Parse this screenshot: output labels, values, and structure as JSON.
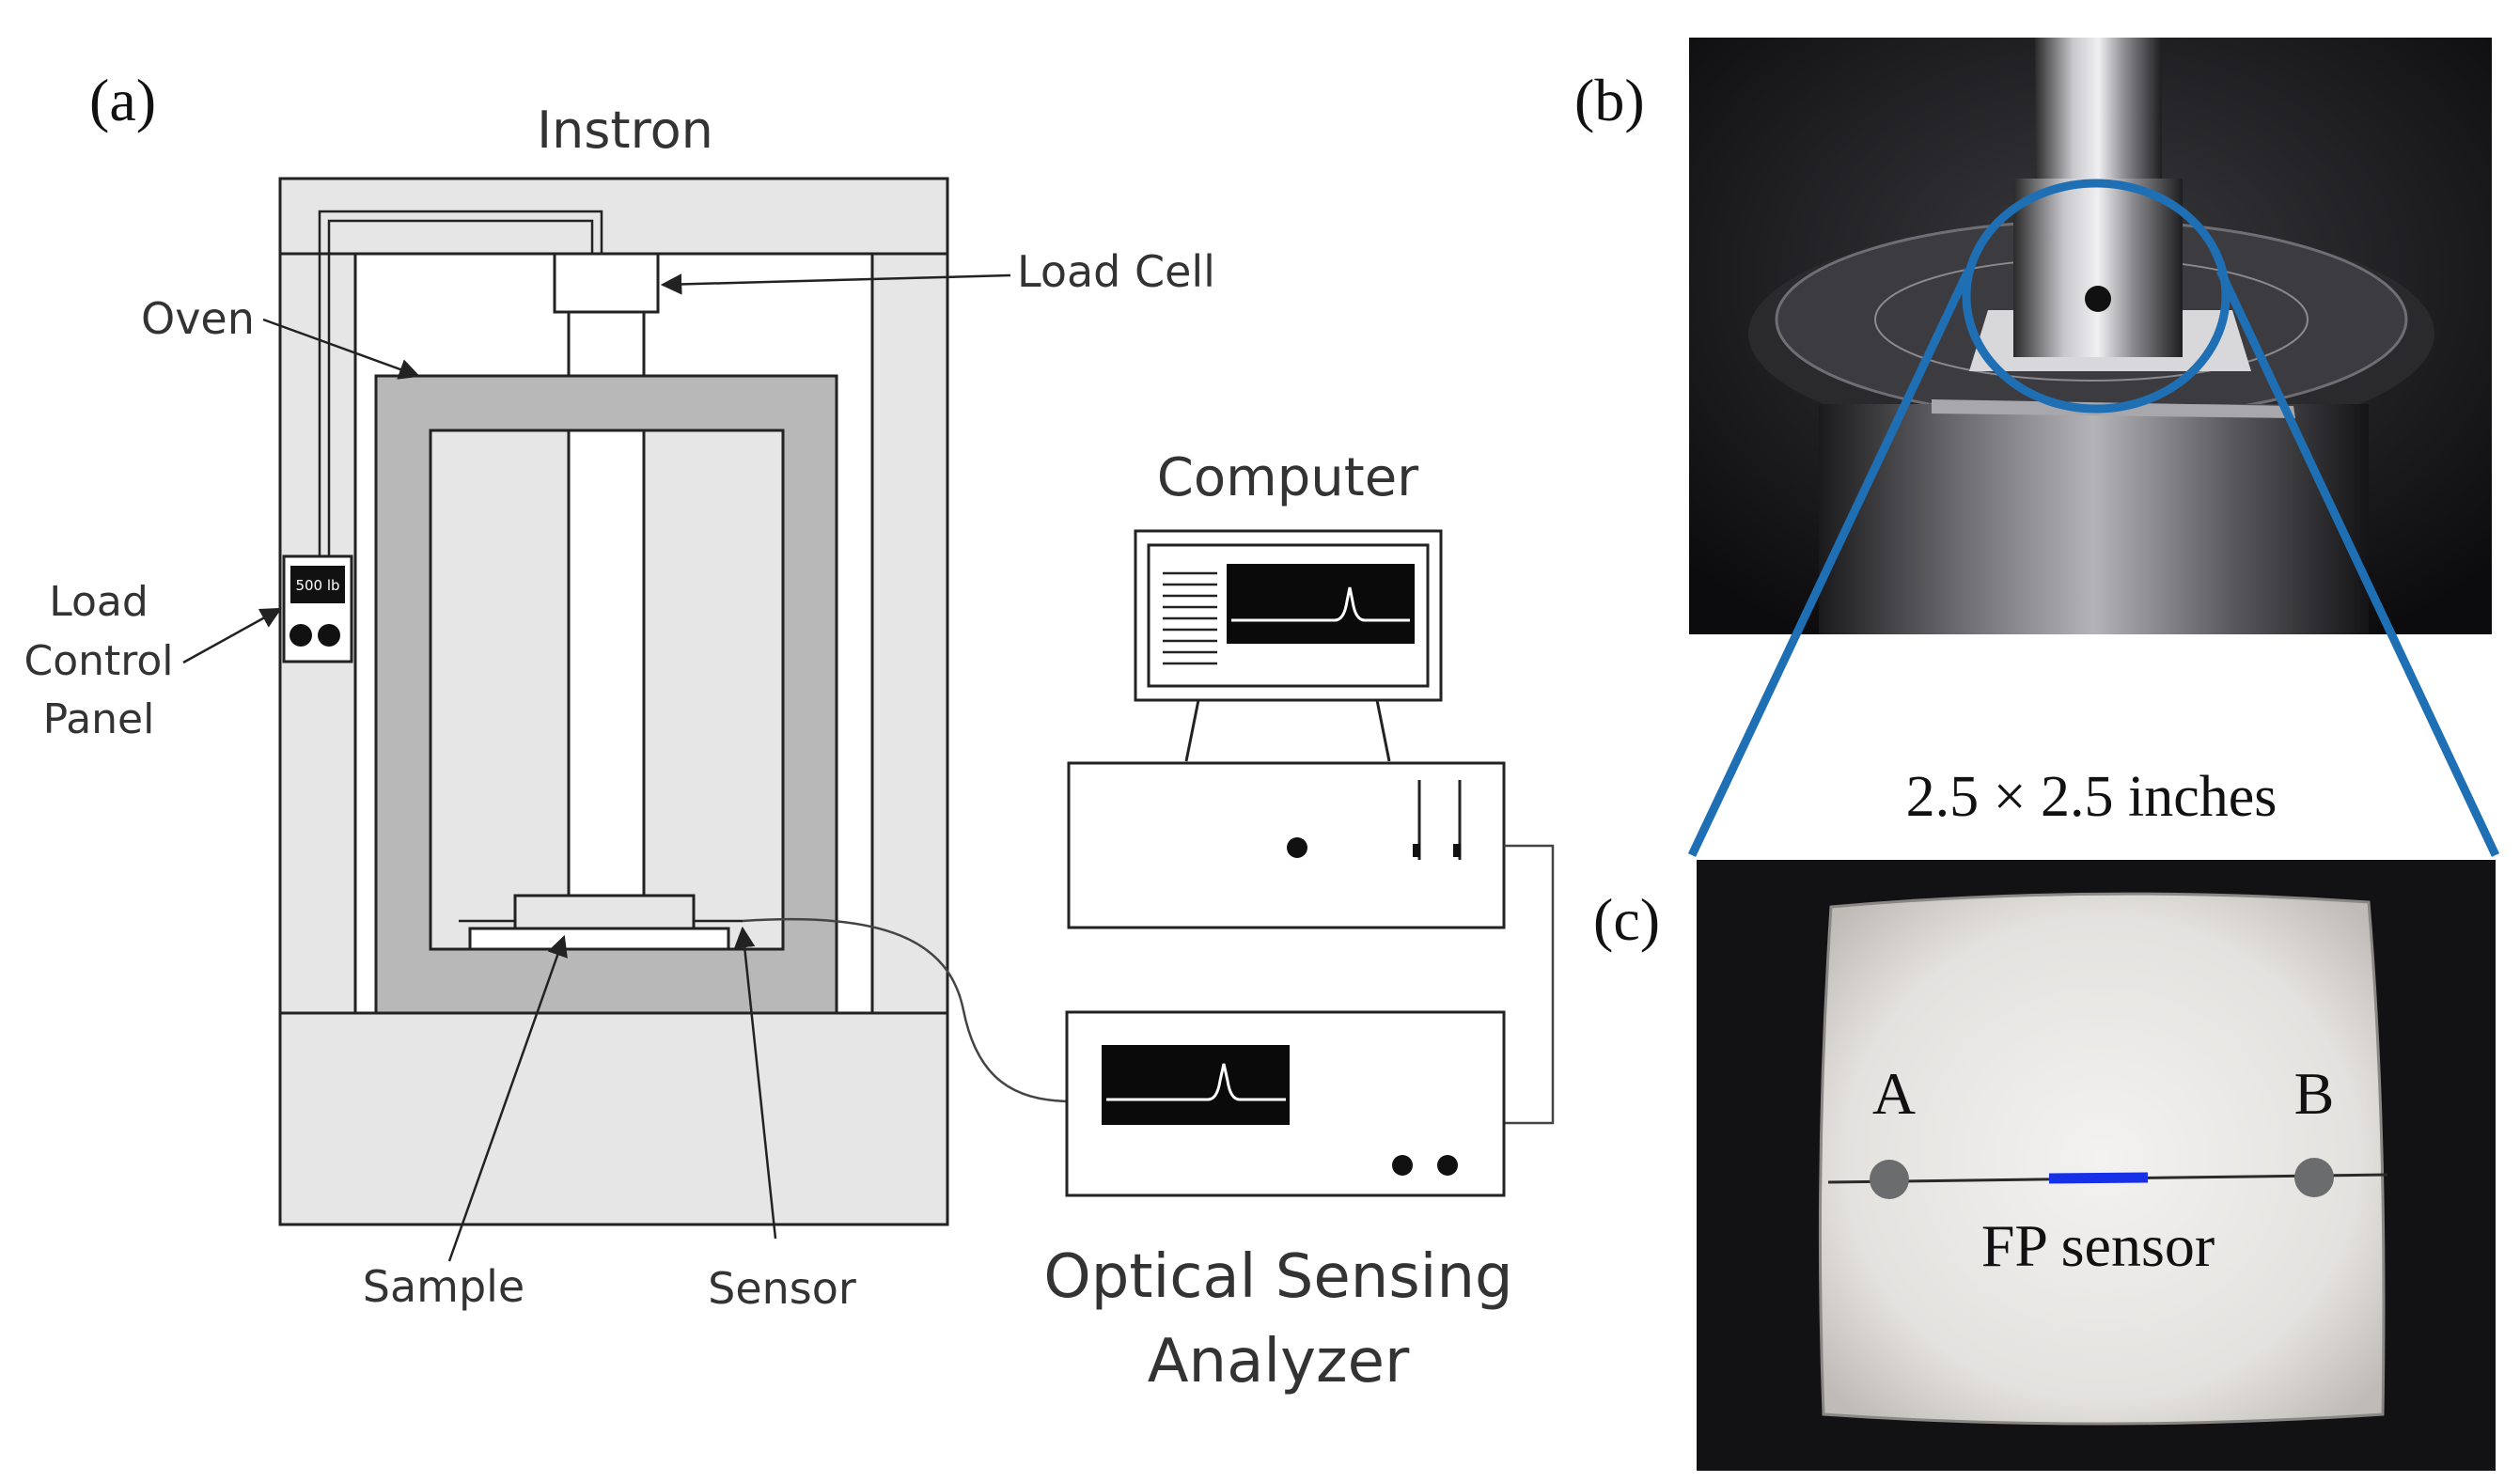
{
  "panels": {
    "a": "(a)",
    "b": "(b)",
    "c": "(c)"
  },
  "labels": {
    "instron": "Instron",
    "load_cell": "Load Cell",
    "oven": "Oven",
    "load_control_line1": "Load",
    "load_control_line2": "Control",
    "load_control_line3": "Panel",
    "display_readout": "500 lb",
    "sample": "Sample",
    "sensor": "Sensor",
    "computer": "Computer",
    "analyzer_line1": "Optical Sensing",
    "analyzer_line2": "Analyzer",
    "dimensions": "2.5 × 2.5 inches",
    "point_a": "A",
    "point_b": "B",
    "fp_sensor": "FP sensor"
  },
  "colors": {
    "zoom_blue": "#1f6fb5",
    "sensor_blue": "#1530e6",
    "oven_gray": "#b8b8b8",
    "frame_gray": "#e6e6e6"
  }
}
